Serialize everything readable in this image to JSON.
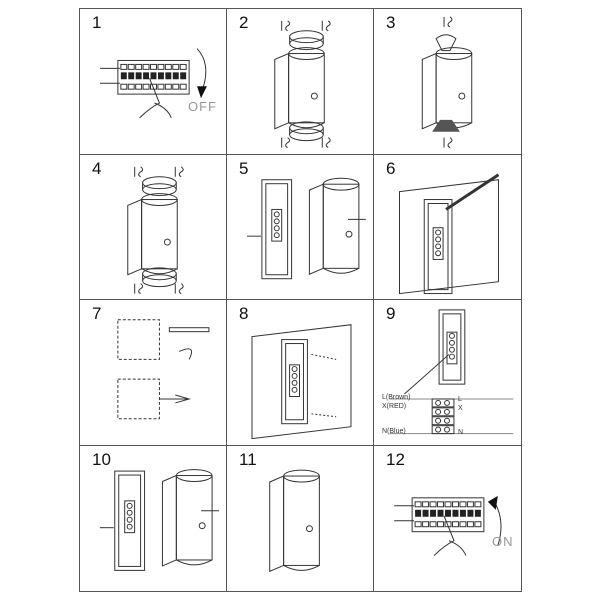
{
  "steps": [
    {
      "number": "1",
      "kind": "breaker",
      "switch_label": "OFF"
    },
    {
      "number": "2",
      "kind": "lamp-rings"
    },
    {
      "number": "3",
      "kind": "lamp-bulbs"
    },
    {
      "number": "4",
      "kind": "lamp-rings"
    },
    {
      "number": "5",
      "kind": "bracket-lamp"
    },
    {
      "number": "6",
      "kind": "bracket-wall-mark"
    },
    {
      "number": "7",
      "kind": "drill-wall"
    },
    {
      "number": "8",
      "kind": "bracket-wall-screws"
    },
    {
      "number": "9",
      "kind": "wiring",
      "wires": [
        "L(Brown)",
        "X(RED)",
        "N(Blue)"
      ],
      "terminals": [
        "L",
        "X",
        "N"
      ]
    },
    {
      "number": "10",
      "kind": "bracket-lamp"
    },
    {
      "number": "11",
      "kind": "lamp-mounted"
    },
    {
      "number": "12",
      "kind": "breaker",
      "switch_label": "ON"
    }
  ],
  "colors": {
    "line": "#333333",
    "grid": "#555555",
    "background": "#ffffff"
  }
}
